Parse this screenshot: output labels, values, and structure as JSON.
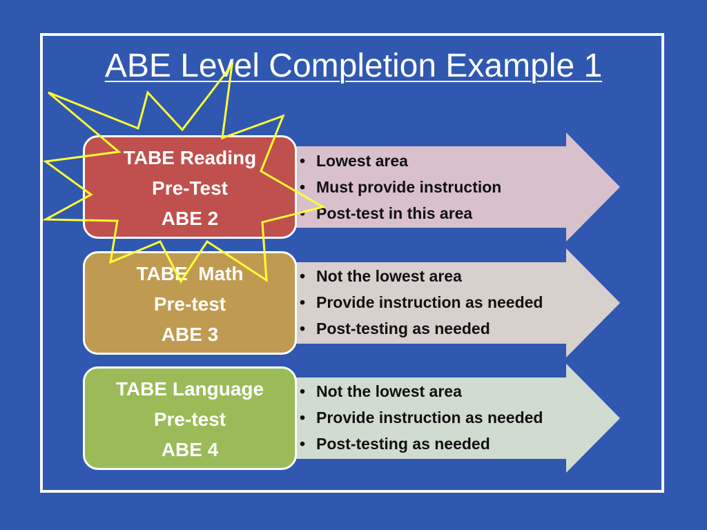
{
  "title": "ABE Level Completion Example 1",
  "rows": [
    {
      "box_lines": [
        "TABE Reading",
        "Pre-Test",
        "ABE 2"
      ],
      "box_color": "#c0504d",
      "arrow_color": "#d8c0cc",
      "bullets": [
        "Lowest area",
        "Must provide instruction",
        "Post-test in this area"
      ],
      "highlighted": true
    },
    {
      "box_lines": [
        "TABE  Math",
        "Pre-test",
        "ABE 3"
      ],
      "box_color": "#c09a50",
      "arrow_color": "#d8d0cc",
      "bullets": [
        "Not the lowest area",
        "Provide instruction as needed",
        "Post-testing as needed"
      ],
      "highlighted": false
    },
    {
      "box_lines": [
        "TABE Language",
        "Pre-test",
        "ABE 4"
      ],
      "box_color": "#9bbb59",
      "arrow_color": "#d0dcd0",
      "bullets": [
        "Not the lowest area",
        "Provide instruction as needed",
        "Post-testing as needed"
      ],
      "highlighted": false
    }
  ],
  "bullet_glyph": "•",
  "colors": {
    "background": "#3058b0",
    "frame": "#ffffff",
    "star_outline": "#ffff33"
  }
}
